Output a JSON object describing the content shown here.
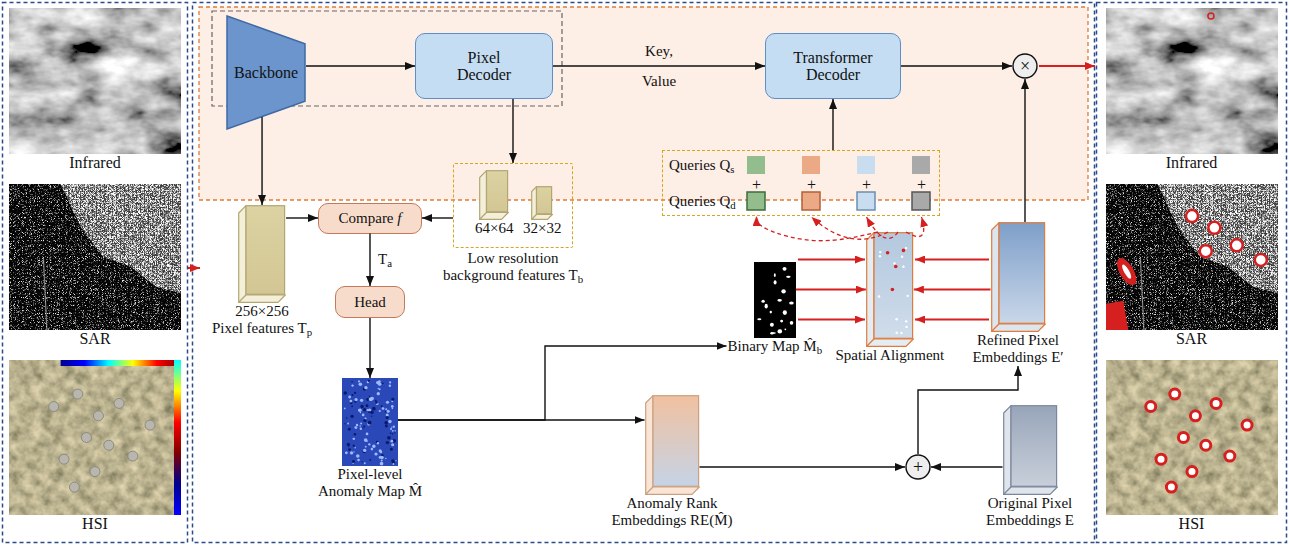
{
  "diagram": {
    "nodes": [
      {
        "text": [
          "Infrared"
        ]
      },
      {
        "text": [
          "SAR"
        ]
      },
      {
        "text": [
          "HSI"
        ]
      },
      {
        "text": [
          "Backbone"
        ]
      },
      {
        "text": [
          "Pixel Decoder"
        ]
      },
      {
        "text": [
          "Transformer Decoder"
        ]
      },
      {
        "text": [
          "×"
        ]
      },
      {
        "text": [
          "Infrared"
        ]
      },
      {
        "text": [
          "SAR"
        ]
      },
      {
        "text": [
          "HSI"
        ]
      },
      {
        "text": [
          "256×256",
          "Pixel features Tp"
        ]
      },
      {
        "text": [
          "Compare f"
        ]
      },
      {
        "text": [
          "Low resolution background features Tb"
        ]
      },
      {
        "text": [
          "64×64"
        ],
        "in": 12
      },
      {
        "text": [
          "32×32"
        ],
        "in": 12
      },
      {
        "text": [
          "Head"
        ]
      },
      {
        "text": [
          "Pixel-level Anomaly Map M̂"
        ]
      },
      {
        "text": [
          "Binary Map M̂b"
        ]
      },
      {
        "text": [
          "Queries Qs",
          "Queries Qd"
        ]
      },
      {
        "text": [
          "Spatial Alignment"
        ]
      },
      {
        "text": [
          "Refined Pixel Embeddings E′"
        ]
      },
      {
        "text": [
          "Anomaly Rank Embeddings RE(M̂)"
        ]
      },
      {
        "text": [
          "+"
        ]
      },
      {
        "text": [
          "Original Pixel Embeddings E"
        ]
      }
    ],
    "edges": [
      {
        "from": 3,
        "to": 4,
        "arrow": "to"
      },
      {
        "from": 4,
        "to": 5,
        "arrow": "to",
        "label": "Key, Value"
      },
      {
        "from": 5,
        "to": 6,
        "arrow": "to"
      },
      {
        "from": 20,
        "to": 6,
        "arrow": "to"
      },
      {
        "from": 3,
        "to": 10,
        "arrow": "to"
      },
      {
        "from": 4,
        "to": 12,
        "arrow": "to"
      },
      {
        "from": 10,
        "to": 11,
        "arrow": "to"
      },
      {
        "from": 12,
        "to": 11,
        "arrow": "to"
      },
      {
        "from": 11,
        "to": 15,
        "arrow": "to",
        "label": "Ta"
      },
      {
        "from": 15,
        "to": 16,
        "arrow": "to"
      },
      {
        "from": 16,
        "to": 17,
        "arrow": "to"
      },
      {
        "from": 16,
        "to": 21,
        "arrow": "to"
      },
      {
        "from": 21,
        "to": 22,
        "arrow": "to"
      },
      {
        "from": 23,
        "to": 22,
        "arrow": "to"
      },
      {
        "from": 22,
        "to": 20,
        "arrow": "to"
      },
      {
        "from": 17,
        "to": 19,
        "arrow": "to"
      },
      {
        "from": 20,
        "to": 19,
        "arrow": "to"
      },
      {
        "from": 19,
        "to": 18,
        "arrow": "to"
      },
      {
        "from": 18,
        "to": 5,
        "arrow": "to"
      }
    ],
    "labels": [
      "+",
      "+",
      "+",
      "+"
    ]
  }
}
